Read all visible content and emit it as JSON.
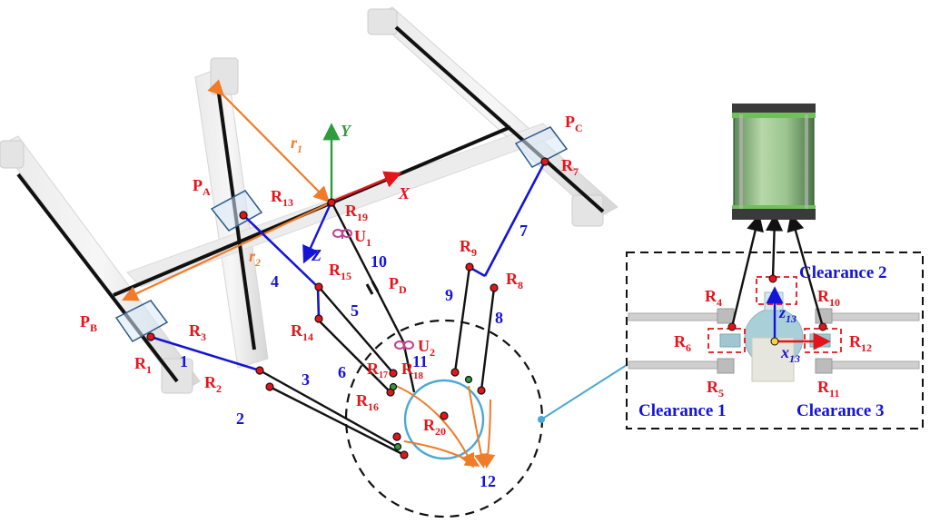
{
  "labels": {
    "PA": "P",
    "PA_sub": "A",
    "PB": "P",
    "PB_sub": "B",
    "PC": "P",
    "PC_sub": "C",
    "PD": "P",
    "PD_sub": "D",
    "r1": "r",
    "r1_sub": "1",
    "r2": "r",
    "r2_sub": "2",
    "Y": "Y",
    "X": "X",
    "Z": "Z",
    "U1": "U",
    "U1_sub": "1",
    "U2": "U",
    "U2_sub": "2",
    "R1": "R",
    "R1_sub": "1",
    "R2": "R",
    "R2_sub": "2",
    "R3": "R",
    "R3_sub": "3",
    "R4": "R",
    "R4_sub": "4",
    "R5": "R",
    "R5_sub": "5",
    "R6": "R",
    "R6_sub": "6",
    "R7": "R",
    "R7_sub": "7",
    "R8": "R",
    "R8_sub": "8",
    "R9": "R",
    "R9_sub": "9",
    "R10": "R",
    "R10_sub": "10",
    "R11": "R",
    "R11_sub": "11",
    "R12": "R",
    "R12_sub": "12",
    "R13": "R",
    "R13_sub": "13",
    "R14": "R",
    "R14_sub": "14",
    "R15": "R",
    "R15_sub": "15",
    "R16": "R",
    "R16_sub": "16",
    "R17": "R",
    "R17_sub": "17",
    "R18": "R",
    "R18_sub": "18",
    "R19": "R",
    "R19_sub": "19",
    "R20": "R",
    "R20_sub": "20",
    "link1": "1",
    "link2": "2",
    "link3": "3",
    "link4": "4",
    "link5": "5",
    "link6": "6",
    "link7": "7",
    "link8": "8",
    "link9": "9",
    "link10": "10",
    "link11": "11",
    "link12": "12",
    "z13": "z",
    "z13_sub": "13",
    "x13": "x",
    "x13_sub": "13",
    "clearance1": "Clearance 1",
    "clearance2": "Clearance 2",
    "clearance3": "Clearance 3"
  },
  "colors": {
    "link_blue": "#1414d8",
    "label_red": "#e4141b",
    "frame_orange": "#f07b28",
    "axis_green": "#2e9b3c",
    "leader_cyan": "#4aa8d4"
  }
}
